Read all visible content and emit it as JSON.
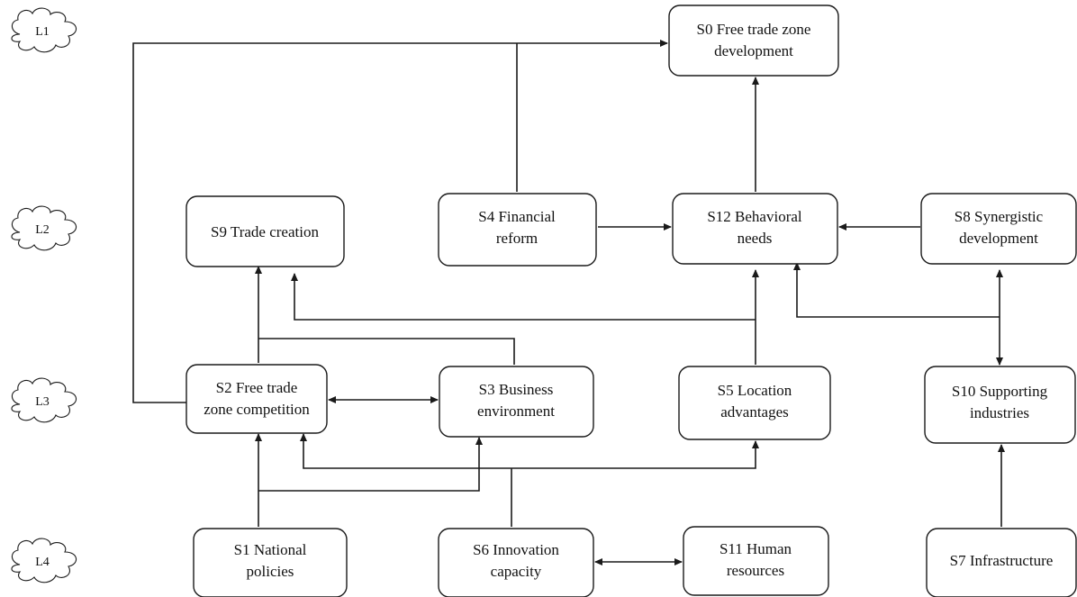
{
  "levels": [
    {
      "id": "L1",
      "label": "L1"
    },
    {
      "id": "L2",
      "label": "L2"
    },
    {
      "id": "L3",
      "label": "L3"
    },
    {
      "id": "L4",
      "label": "L4"
    }
  ],
  "nodes": {
    "s0": {
      "line1": "S0 Free trade zone",
      "line2": "development"
    },
    "s1": {
      "line1": "S1 National",
      "line2": "policies"
    },
    "s2": {
      "line1": "S2 Free trade",
      "line2": "zone competition"
    },
    "s3": {
      "line1": "S3 Business",
      "line2": "environment"
    },
    "s4": {
      "line1": "S4 Financial",
      "line2": "reform"
    },
    "s5": {
      "line1": "S5 Location",
      "line2": "advantages"
    },
    "s6": {
      "line1": "S6 Innovation",
      "line2": "capacity"
    },
    "s7": {
      "line1": "S7 Infrastructure",
      "line2": ""
    },
    "s8": {
      "line1": "S8 Synergistic",
      "line2": "development"
    },
    "s9": {
      "line1": "S9 Trade creation",
      "line2": ""
    },
    "s10": {
      "line1": "S10 Supporting",
      "line2": "industries"
    },
    "s11": {
      "line1": "S11 Human",
      "line2": "resources"
    },
    "s12": {
      "line1": "S12 Behavioral",
      "line2": "needs"
    }
  },
  "colors": {
    "stroke": "#1a1a1a",
    "background": "#ffffff",
    "text": "#111111"
  }
}
